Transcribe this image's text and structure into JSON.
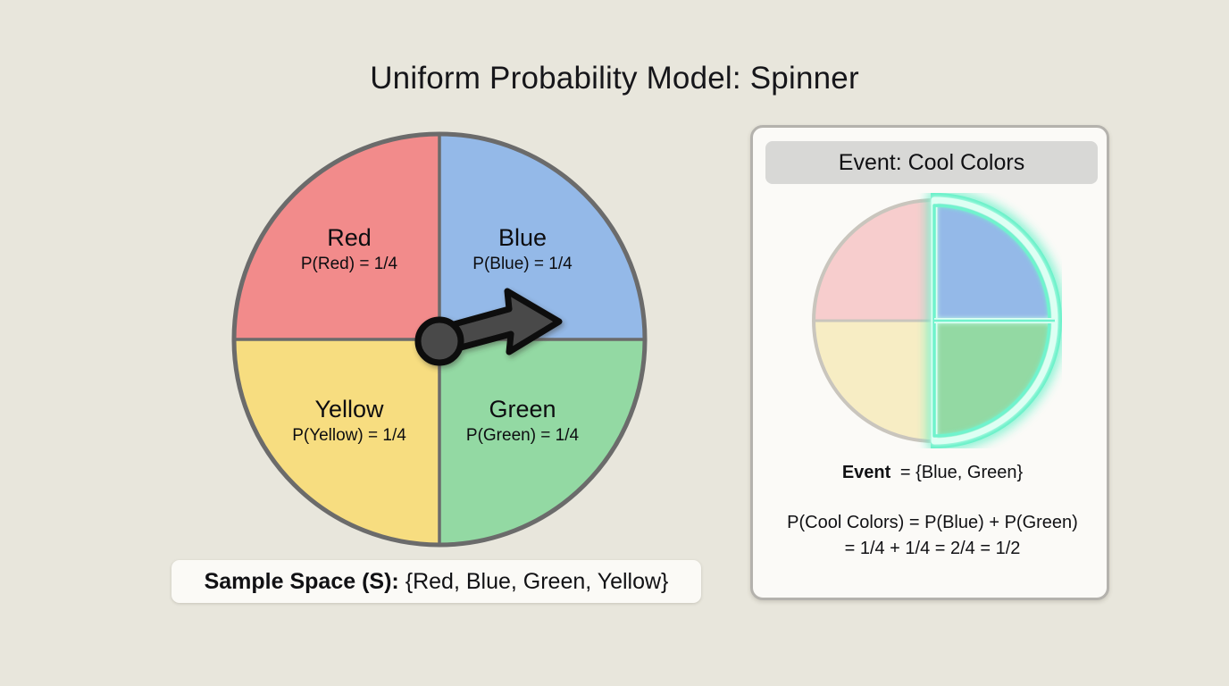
{
  "title": "Uniform Probability Model: Spinner",
  "background_color": "#e8e6dc",
  "spinner": {
    "outline_color": "#6b6b6b",
    "pointer_color": "#4a4a4a",
    "pointer_outline_color": "#0a0a0a",
    "sectors": [
      {
        "name": "Red",
        "probability_label": "P(Red) = 1/4",
        "color": "#f28b8b",
        "position": "top-left"
      },
      {
        "name": "Blue",
        "probability_label": "P(Blue) = 1/4",
        "color": "#94b9e8",
        "position": "top-right"
      },
      {
        "name": "Yellow",
        "probability_label": "P(Yellow) = 1/4",
        "color": "#f7dd80",
        "position": "bottom-left"
      },
      {
        "name": "Green",
        "probability_label": "P(Green) = 1/4",
        "color": "#93d9a3",
        "position": "bottom-right"
      }
    ]
  },
  "sample_space": {
    "label": "Sample Space (S):",
    "value": "{Red, Blue, Green, Yellow}"
  },
  "event_panel": {
    "header": "Event: Cool Colors",
    "highlight_color": "#6ff3cd",
    "set_label": "Event",
    "set_value": "= {Blue, Green}",
    "formula_lines": [
      "P(Cool Colors) = P(Blue) + P(Green)",
      "= 1/4 + 1/4 = 2/4 = 1/2"
    ],
    "mini_spinner": {
      "sectors": [
        {
          "name": "Red",
          "color": "#f7cdcd",
          "highlighted": false
        },
        {
          "name": "Blue",
          "color": "#94b9e8",
          "highlighted": true
        },
        {
          "name": "Yellow",
          "color": "#f7edc4",
          "highlighted": false
        },
        {
          "name": "Green",
          "color": "#93d9a3",
          "highlighted": true
        }
      ]
    }
  },
  "chart_data": {
    "type": "pie",
    "title": "Uniform Probability Model: Spinner",
    "categories": [
      "Red",
      "Blue",
      "Yellow",
      "Green"
    ],
    "values": [
      0.25,
      0.25,
      0.25,
      0.25
    ],
    "value_labels": [
      "1/4",
      "1/4",
      "1/4",
      "1/4"
    ],
    "colors": [
      "#f28b8b",
      "#94b9e8",
      "#f7dd80",
      "#93d9a3"
    ],
    "legend": "none",
    "grid": false,
    "annotations": [
      "Sample Space (S): {Red, Blue, Green, Yellow}",
      "Event = {Blue, Green}",
      "P(Cool Colors) = P(Blue) + P(Green)",
      "= 1/4 + 1/4 = 2/4 = 1/2"
    ],
    "event_subset": [
      "Blue",
      "Green"
    ],
    "event_probability": 0.5
  }
}
